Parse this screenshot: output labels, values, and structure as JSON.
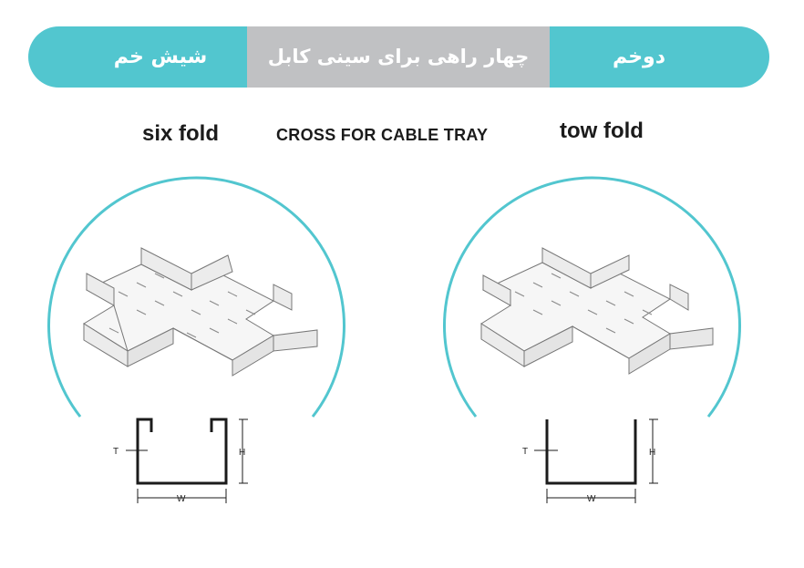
{
  "banner": {
    "right_text": "دوخم",
    "middle_text": "چهار راهی برای سینی کابل",
    "left_text": "شیش خم"
  },
  "labels": {
    "six_fold": "six fold",
    "tow_fold": "tow fold",
    "cross": "CROSS FOR CABLE TRAY"
  },
  "dimensions": {
    "thickness": "T",
    "height": "H",
    "width": "W"
  },
  "colors": {
    "accent": "#52c6cf",
    "banner_middle": "#c0c1c3",
    "line": "#1b1b1b"
  }
}
